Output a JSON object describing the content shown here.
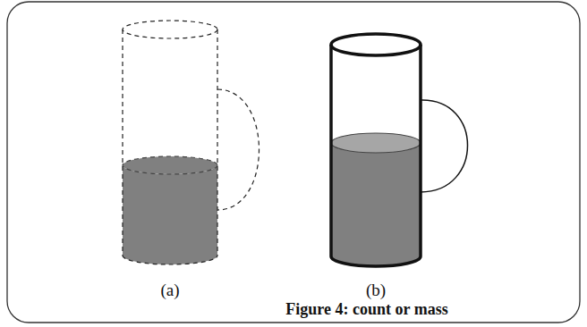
{
  "diagram": {
    "caption": "Figure 4: count or mass",
    "labels": [
      "(a)",
      "(b)"
    ]
  }
}
